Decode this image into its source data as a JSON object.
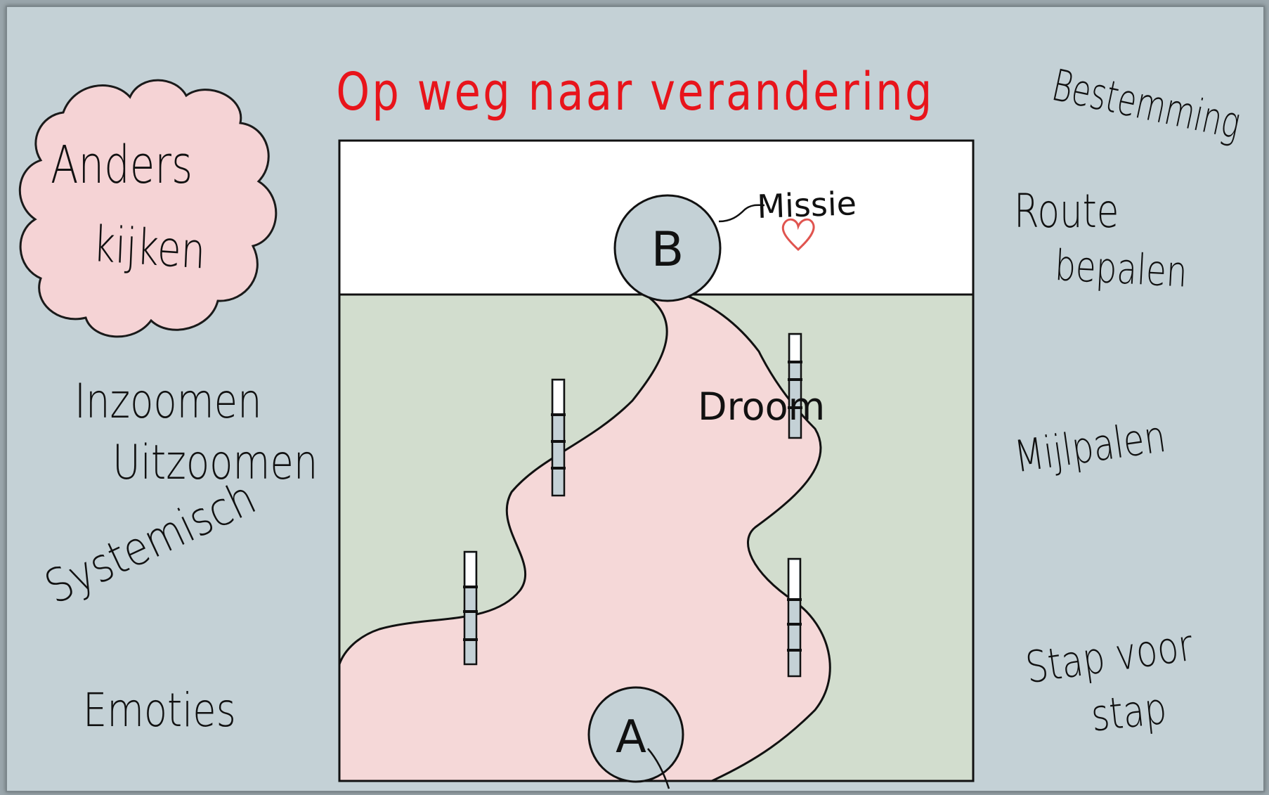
{
  "title": "Op weg naar verandering",
  "cloud_label": [
    "Anders",
    "kijken"
  ],
  "left_items": {
    "zoom": [
      "Inzoomen",
      "Uitzoomen"
    ],
    "systemic": "Systemisch",
    "emotions": "Emoties"
  },
  "right_items": {
    "destination": "Bestemming",
    "route": [
      "Route",
      "bepalen"
    ],
    "milestones": "Mijlpalen",
    "step": [
      "Stap voor",
      "stap"
    ]
  },
  "diagram": {
    "point_a": "A",
    "point_b": "B",
    "mission": "Missie",
    "dream": "Droom"
  },
  "colors": {
    "title": "#e8141b",
    "background": "#c4d1d6",
    "field": "#d2ddce",
    "road": "#f5d8d8",
    "cloud": "#f5d3d5",
    "heart": "#e0544f"
  },
  "icons": [
    "cloud-shape",
    "heart-icon",
    "milestone-post"
  ]
}
